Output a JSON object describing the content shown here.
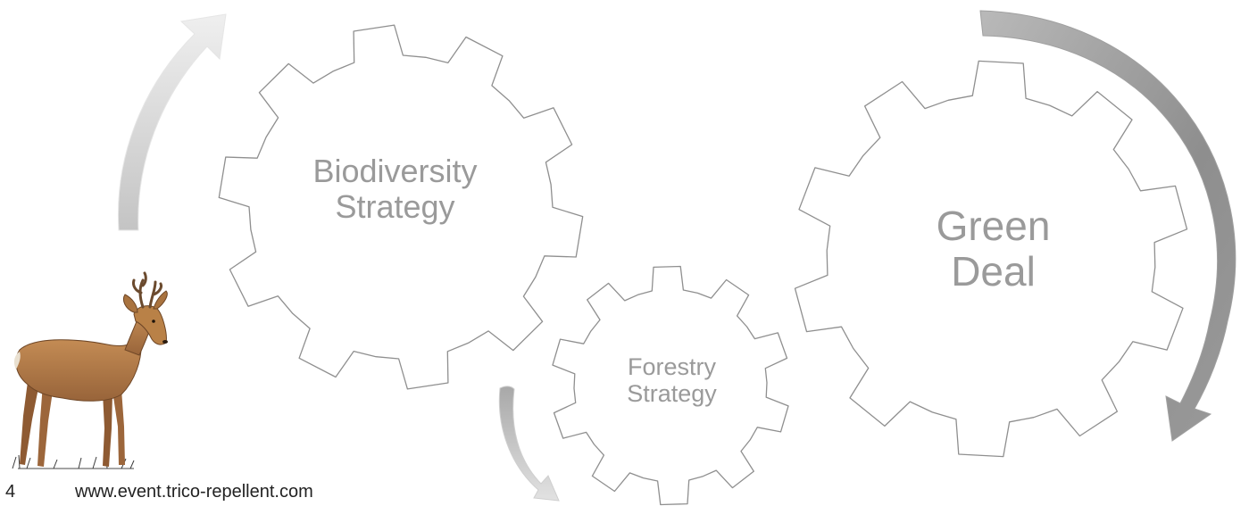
{
  "gears": {
    "biodiversity": {
      "line1": "Biodiversity",
      "line2": "Strategy"
    },
    "forestry": {
      "line1": "Forestry",
      "line2": "Strategy"
    },
    "green_deal": {
      "line1": "Green",
      "line2": "Deal"
    }
  },
  "footer": {
    "page_number": "4",
    "url": "www.event.trico-repellent.com"
  },
  "icons": [
    "roe-deer-illustration",
    "gear-icon",
    "curved-arrow-icon"
  ],
  "colors": {
    "gear_stroke": "#8f8f8f",
    "label_text": "#9a9a9a",
    "arrow_light": "#d9d9d9",
    "arrow_dark": "#8c8c8c",
    "deer_body": "#b07a45"
  }
}
